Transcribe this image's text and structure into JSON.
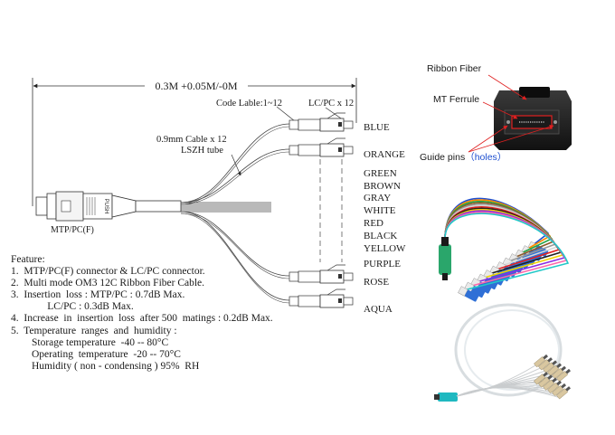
{
  "dimension": "0.3M +0.05M/-0M",
  "code_label": "Code Lable:1~12",
  "lc_label": "LC/PC x 12",
  "cable_label_1": "0.9mm Cable x 12",
  "cable_label_2": "LSZH tube",
  "connector_label": "MTP/PC(F)",
  "push_text": "PUSH",
  "colors": [
    "BLUE",
    "ORANGE",
    "GREEN",
    "BROWN",
    "GRAY",
    "WHITE",
    "RED",
    "BLACK",
    "YELLOW",
    "PURPLE",
    "ROSE",
    "AQUA"
  ],
  "features": {
    "heading": "Feature:",
    "lines": [
      "1.  MTP/PC(F) connector & LC/PC connector.",
      "2.  Multi mode OM3 12C Ribbon Fiber Cable.",
      "3.  Insertion  loss : MTP/PC : 0.7dB Max.",
      "              LC/PC : 0.3dB Max.",
      "4.  Increase  in  insertion  loss  after 500  matings : 0.2dB Max.",
      "5.  Temperature  ranges  and  humidity :",
      "        Storage temperature  -40 -- 80°C",
      "        Operating  temperature  -20 -- 70°C",
      "        Humidity ( non - condensing ) 95%  RH"
    ]
  },
  "callouts": {
    "ribbon_fiber": "Ribbon Fiber",
    "mt_ferrule": "MT Ferrule",
    "guide_pins": "Guide pins",
    "holes": "（holes）"
  },
  "fan_colors": [
    "#1e4fd0",
    "#ff8a00",
    "#22a344",
    "#8b5a2b",
    "#9a9a9a",
    "#d8d8d8",
    "#e02020",
    "#222222",
    "#f2d200",
    "#8a2be2",
    "#ff66aa",
    "#22c8c8"
  ],
  "accent_connector": "#2aa66b"
}
